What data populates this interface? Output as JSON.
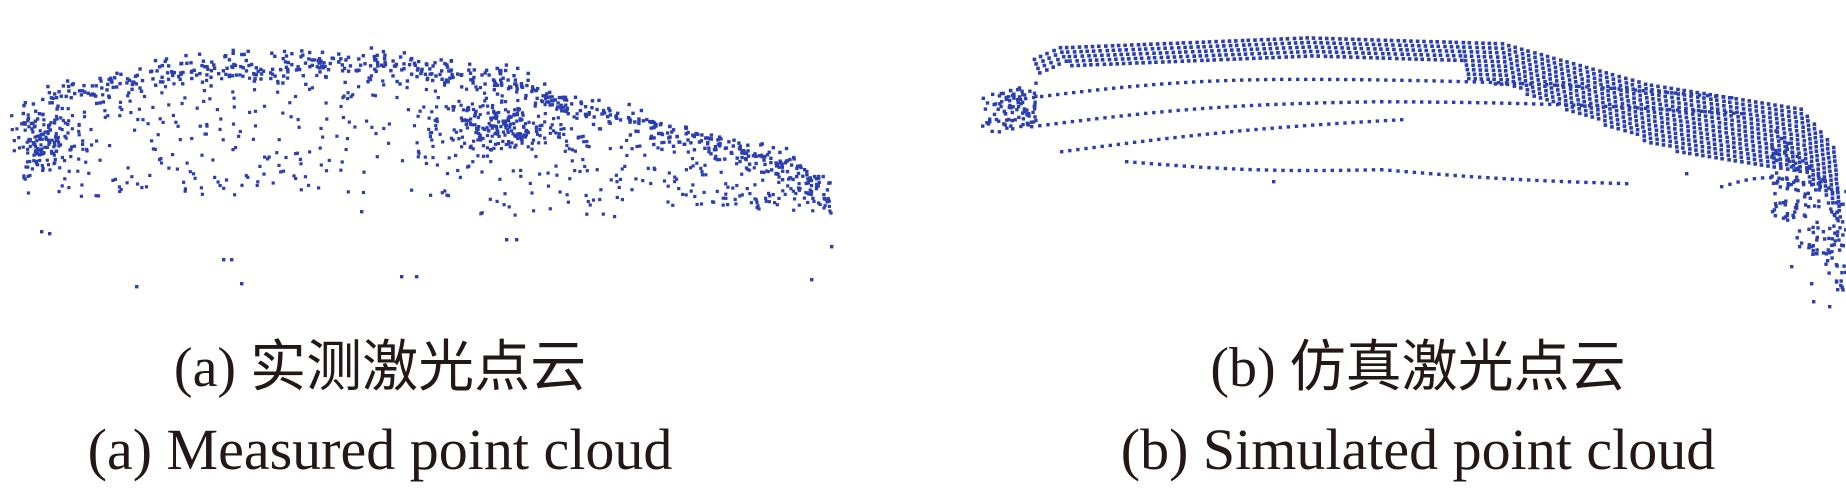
{
  "figure": {
    "panels": [
      {
        "caption_cn": "(a) 实测激光点云",
        "caption_en": "(a) Measured point cloud"
      },
      {
        "caption_cn": "(b) 仿真激光点云",
        "caption_en": "(b) Simulated point cloud"
      }
    ],
    "colors": {
      "points": "#2b3fb0",
      "caption_text": "#231815",
      "background": "#ffffff"
    }
  }
}
